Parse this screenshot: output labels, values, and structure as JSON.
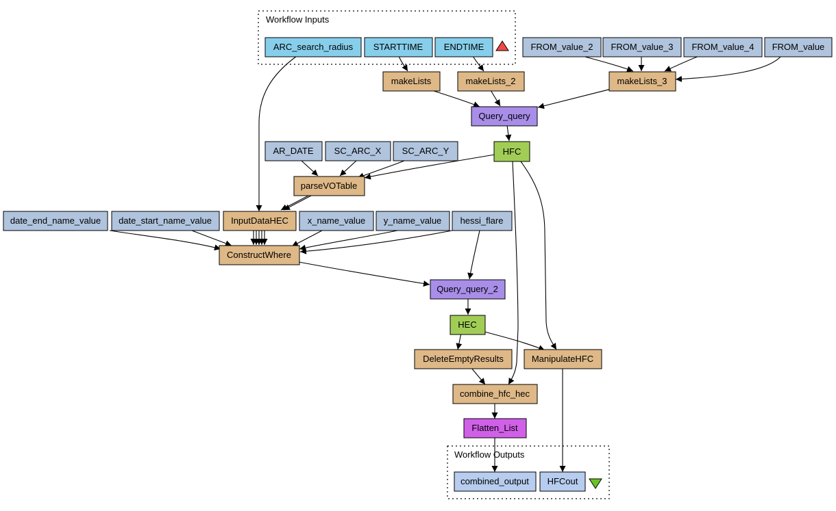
{
  "colors": {
    "workflow_input": "#87ceeb",
    "constant": "#b0c4de",
    "beanshell": "#deb887",
    "service": "#a88ee8",
    "xpath": "#a1cd56",
    "local_worker": "#d160e8",
    "workflow_output": "#b7cdef",
    "input_triangle": "#f04848",
    "output_triangle": "#66c428"
  },
  "clusters": {
    "inputs": "Workflow Inputs",
    "outputs": "Workflow Outputs"
  },
  "nodes": {
    "arc_search_radius": "ARC_search_radius",
    "starttime": "STARTTIME",
    "endtime": "ENDTIME",
    "from_value_2": "FROM_value_2",
    "from_value_3": "FROM_value_3",
    "from_value_4": "FROM_value_4",
    "from_value": "FROM_value",
    "makelists": "makeLists",
    "makelists_2": "makeLists_2",
    "makelists_3": "makeLists_3",
    "query_query": "Query_query",
    "hfc": "HFC",
    "ar_date": "AR_DATE",
    "sc_arc_x": "SC_ARC_X",
    "sc_arc_y": "SC_ARC_Y",
    "parsevotable": "parseVOTable",
    "date_end_name_value": "date_end_name_value",
    "date_start_name_value": "date_start_name_value",
    "inputdatahec": "InputDataHEC",
    "x_name_value": "x_name_value",
    "y_name_value": "y_name_value",
    "hessi_flare": "hessi_flare",
    "constructwhere": "ConstructWhere",
    "query_query_2": "Query_query_2",
    "hec": "HEC",
    "deleteemptyresults": "DeleteEmptyResults",
    "manipulatehfc": "ManipulateHFC",
    "combine_hfc_hec": "combine_hfc_hec",
    "flatten_list": "Flatten_List",
    "combined_output": "combined_output",
    "hfcout": "HFCout"
  }
}
